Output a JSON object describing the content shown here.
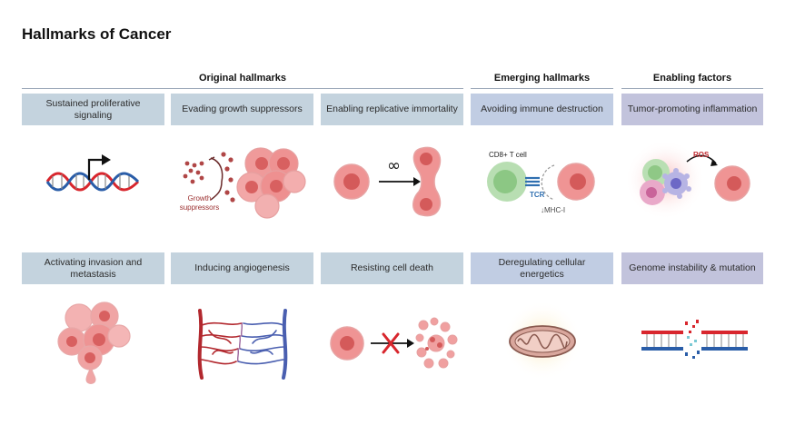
{
  "title": "Hallmarks of Cancer",
  "sections": {
    "original": "Original hallmarks",
    "emerging": "Emerging hallmarks",
    "enabling": "Enabling factors"
  },
  "row1": [
    "Sustained proliferative signaling",
    "Evading growth suppressors",
    "Enabling replicative immortality",
    "Avoiding immune destruction",
    "Tumor-promoting inflammation"
  ],
  "row2": [
    "Activating invasion and metastasis",
    "Inducing angiogenesis",
    "Resisting cell death",
    "Deregulating cellular energetics",
    "Genome instability & mutation"
  ],
  "labels": {
    "growth_suppressors": [
      "Growth",
      "suppressors"
    ],
    "infinity": "∞",
    "cd8": "CD8+ T cell",
    "tcr": "TCR",
    "mhc": "↓MHC-I",
    "ros": "ROS"
  },
  "colors": {
    "original_box": "#c4d3de",
    "emerging_box": "#c1cde3",
    "enabling_box": "#c2c3dc",
    "tumor_cell": "#ee8f8f",
    "tumor_nucleus": "#d45a5a",
    "dna_red": "#d8262d",
    "dna_blue": "#2a5da8",
    "artery": "#b2282e",
    "vein": "#4a5fb0",
    "tcell": "#9fd09a"
  }
}
